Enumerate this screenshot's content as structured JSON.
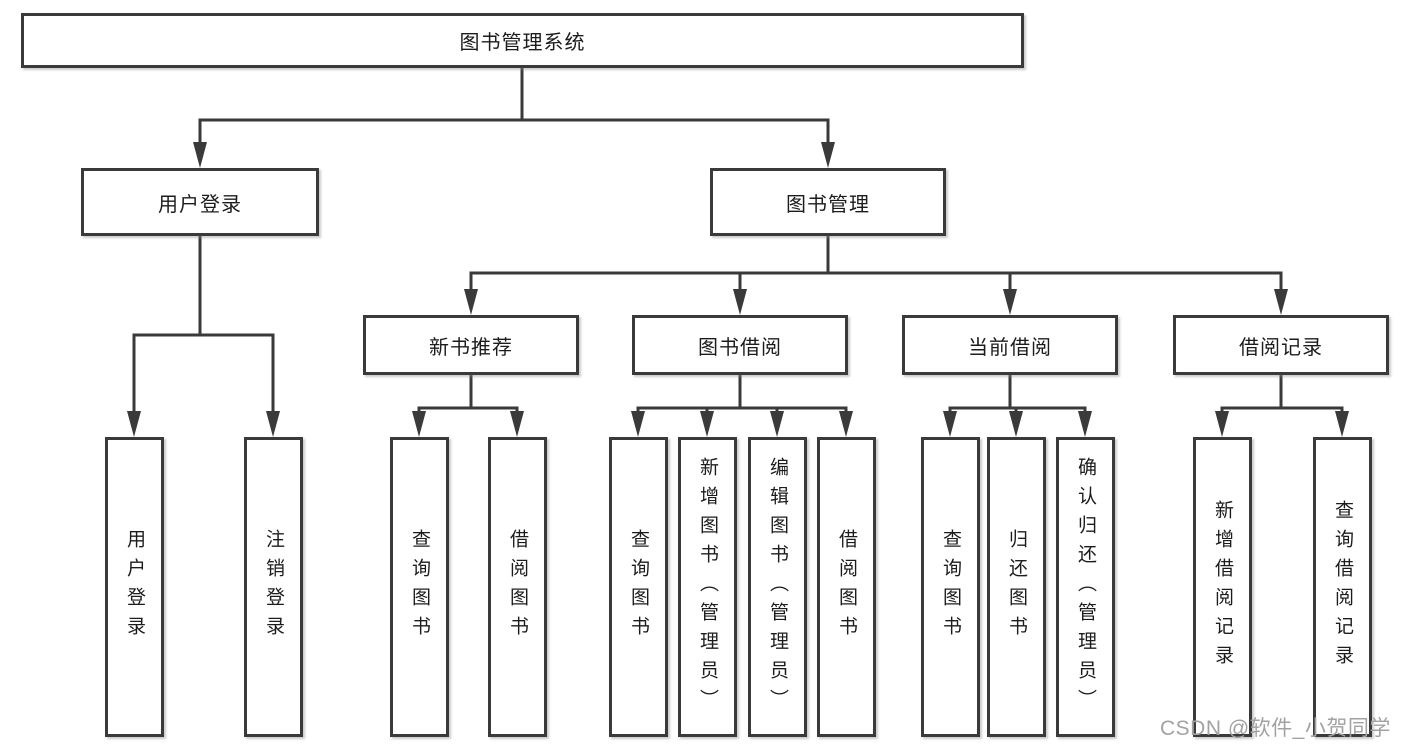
{
  "diagram_type": "tree",
  "tree": {
    "label": "图书管理系统",
    "children": [
      {
        "label": "用户登录",
        "children": [
          {
            "label": "用户登录"
          },
          {
            "label": "注销登录"
          }
        ]
      },
      {
        "label": "图书管理",
        "children": [
          {
            "label": "新书推荐",
            "children": [
              {
                "label": "查询图书"
              },
              {
                "label": "借阅图书"
              }
            ]
          },
          {
            "label": "图书借阅",
            "children": [
              {
                "label": "查询图书"
              },
              {
                "label": "新增图书（管理员）"
              },
              {
                "label": "编辑图书（管理员）"
              },
              {
                "label": "借阅图书"
              }
            ]
          },
          {
            "label": "当前借阅",
            "children": [
              {
                "label": "查询图书"
              },
              {
                "label": "归还图书"
              },
              {
                "label": "确认归还（管理员）"
              }
            ]
          },
          {
            "label": "借阅记录",
            "children": [
              {
                "label": "新增借阅记录"
              },
              {
                "label": "查询借阅记录"
              }
            ]
          }
        ]
      }
    ]
  },
  "colors": {
    "line": "#3a3a3a",
    "box_border": "#3a3a3a",
    "box_fill": "#ffffff",
    "text": "#1c1c1c",
    "watermark": "#a2a2a2"
  },
  "watermark": {
    "text": "CSDN @软件_小贺同学"
  }
}
